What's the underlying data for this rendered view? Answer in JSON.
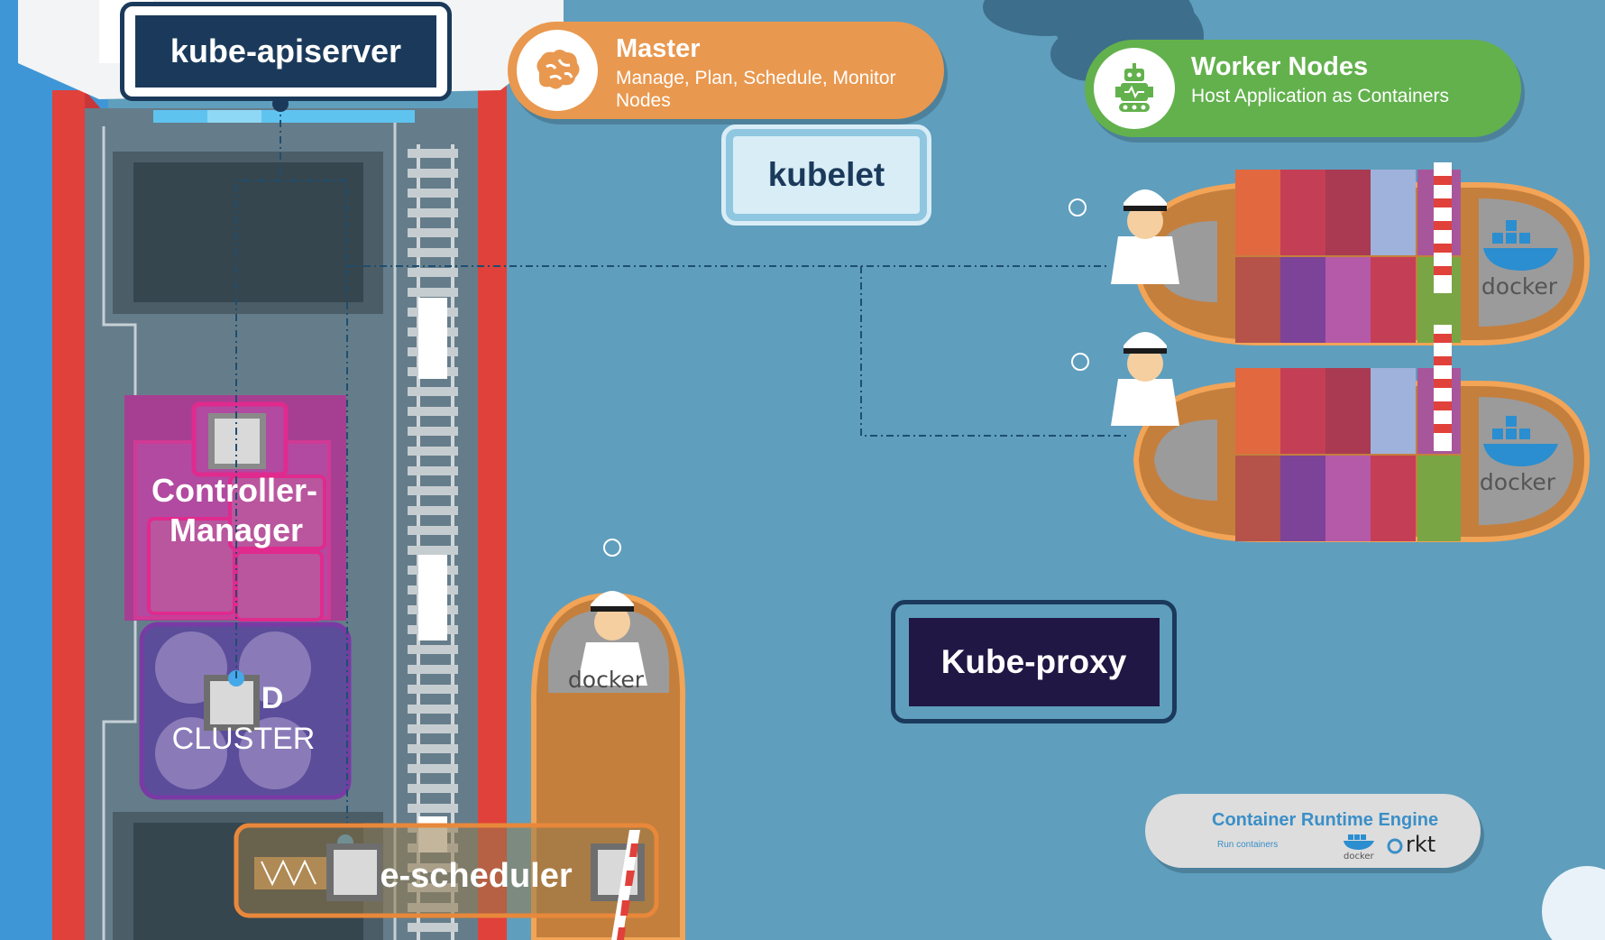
{
  "labels": {
    "apiserver": "kube-apiserver",
    "kubelet": "kubelet",
    "controller_line1": "Controller-",
    "controller_line2": "Manager",
    "etcd_line1": "D",
    "etcd_line2": "CLUSTER",
    "scheduler": "e-scheduler",
    "kube_proxy": "Kube-proxy"
  },
  "master": {
    "title": "Master",
    "subtitle_line1": "Manage, Plan, Schedule, Monitor",
    "subtitle_line2": "Nodes",
    "icon": "brain-icon"
  },
  "worker": {
    "title": "Worker Nodes",
    "subtitle": "Host Application as Containers",
    "icon": "robot-icon"
  },
  "runtime": {
    "title": "Container Runtime Engine",
    "subtitle": "Run containers",
    "docker_logo": "docker",
    "rkt_logo": "rkt"
  },
  "ship_logos": {
    "ship1": "docker",
    "ship2": "docker",
    "boat": "docker"
  },
  "colors": {
    "sea": "#5f9ebd",
    "apiserver_bg": "#1b3a5b",
    "kubelet_bg": "#d9edf7",
    "proxy_bg": "#201744",
    "controller": "#a63f92",
    "etcd": "#5b4d9a",
    "scheduler_border": "#e8883a",
    "master": "#e9984f",
    "worker": "#63b14d",
    "runtime_text": "#3b8fc7"
  }
}
